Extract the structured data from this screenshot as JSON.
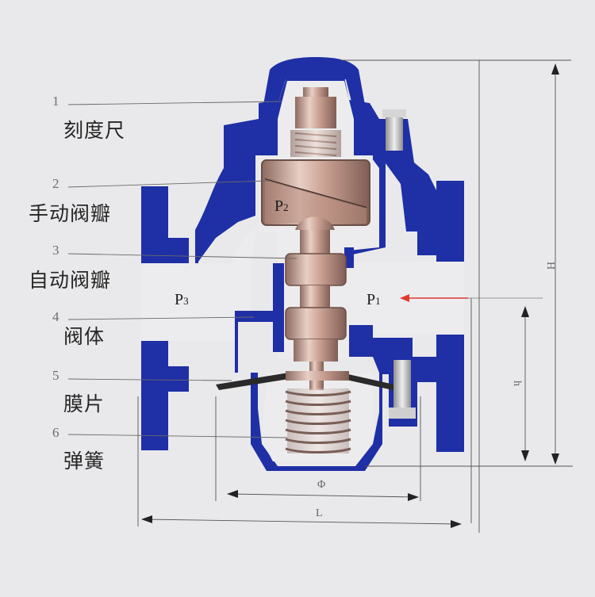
{
  "callouts": [
    {
      "num": "1",
      "label": "刻度尺"
    },
    {
      "num": "2",
      "label": "手动阀瓣"
    },
    {
      "num": "3",
      "label": "自动阀瓣"
    },
    {
      "num": "4",
      "label": "阀体"
    },
    {
      "num": "5",
      "label": "膜片"
    },
    {
      "num": "6",
      "label": "弹簧"
    }
  ],
  "pressures": {
    "p1": "P",
    "p1_sub": "1",
    "p2": "P",
    "p2_sub": "2",
    "p3": "P",
    "p3_sub": "3"
  },
  "dimensions": {
    "H": "H",
    "h": "h",
    "phi": "Φ",
    "L": "L"
  },
  "colors": {
    "body": "#1f2fa6",
    "body_dark": "#16237f",
    "cavity": "#ececee",
    "metal": "#c9a395",
    "flow_arrow": "#e23a2f"
  }
}
